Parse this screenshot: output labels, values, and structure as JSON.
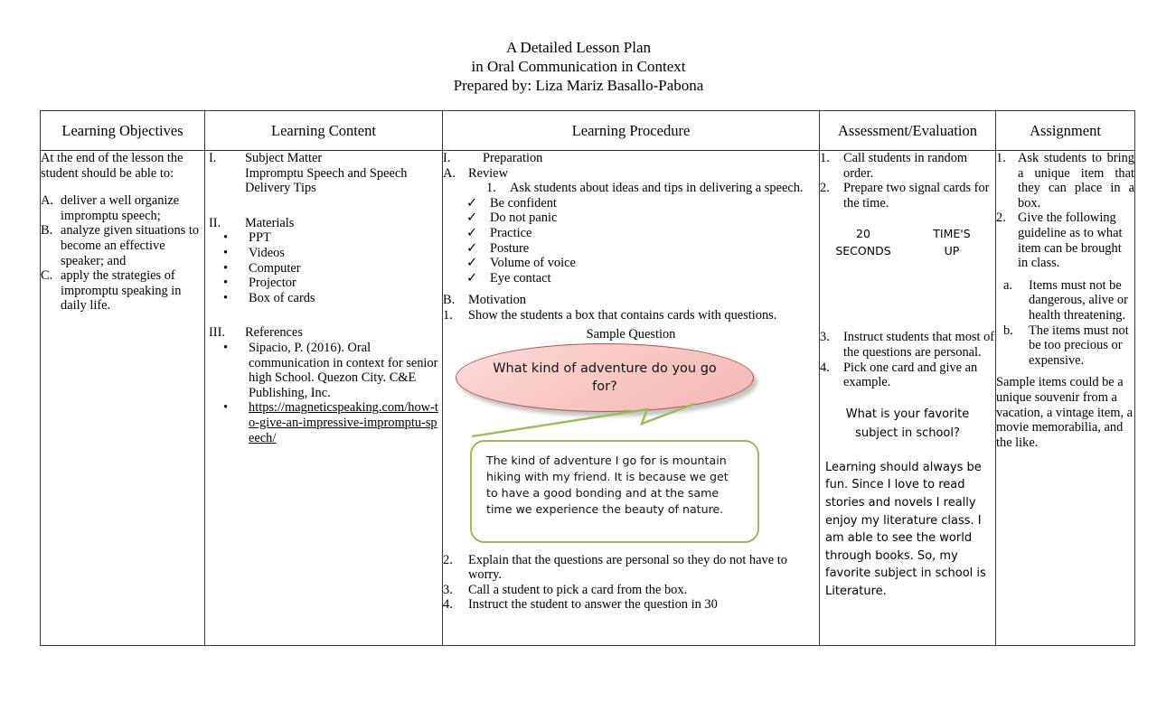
{
  "document": {
    "title_lines": [
      "A Detailed Lesson Plan",
      "in Oral Communication in Context",
      "Prepared by: Liza Mariz Basallo-Pabona"
    ]
  },
  "table": {
    "headers": [
      "Learning Objectives",
      "Learning Content",
      "Learning Procedure",
      "Assessment/Evaluation",
      "Assignment"
    ]
  },
  "objectives": {
    "intro": "At the end of the lesson the student should be able to:",
    "items": [
      {
        "marker": "A.",
        "text": "deliver a well organize impromptu speech;"
      },
      {
        "marker": "B.",
        "text": "analyze given situations to become an effective speaker;  and"
      },
      {
        "marker": "C.",
        "text": "apply the strategies of impromptu speaking in daily life."
      }
    ]
  },
  "content": {
    "section1": {
      "marker": "I.",
      "heading": "Subject Matter",
      "body": "Impromptu Speech and Speech Delivery Tips"
    },
    "section2": {
      "marker": "II.",
      "heading": "Materials",
      "bullets": [
        "PPT",
        "Videos",
        "Computer",
        "Projector",
        "Box of cards"
      ]
    },
    "section3": {
      "marker": "III.",
      "heading": "References",
      "reference": "Sipacio, P. (2016). Oral communication in context for senior high School. Quezon City. C&E Publishing, Inc.",
      "link": "https://magneticspeaking.com/how-to-give-an-impressive-impromptu-speech/"
    }
  },
  "procedure": {
    "preparation": {
      "marker": "I.",
      "label": "Preparation"
    },
    "review": {
      "marker": "A.",
      "label": "Review"
    },
    "review_item": {
      "marker": "1.",
      "text": "Ask students about ideas and tips in delivering a speech."
    },
    "tips": [
      "Be confident",
      "Do not panic",
      "Practice",
      "Posture",
      "Volume of voice",
      "Eye contact"
    ],
    "check_mark": "✓",
    "motivation": {
      "marker": "B.",
      "label": "Motivation"
    },
    "motivation_item": {
      "marker": "1.",
      "text": "Show the students a box that contains cards with questions."
    },
    "sample_question_label": "Sample Question",
    "sample_question": "What kind of adventure do you go for?",
    "sample_answer": "The kind of adventure I go for is mountain hiking with my friend. It is because we get to have a good bonding and at the same time we experience the beauty of nature.",
    "steps": [
      {
        "marker": "2.",
        "text": "Explain that the questions are personal so they do not have to worry."
      },
      {
        "marker": "3.",
        "text": "Call a student to pick a card from the box."
      },
      {
        "marker": "4.",
        "text": "Instruct the student to answer the question in 30"
      }
    ]
  },
  "assessment": {
    "items_top": [
      {
        "marker": "1.",
        "text": "Call students in random order."
      },
      {
        "marker": "2.",
        "text": "Prepare two signal cards for the time."
      }
    ],
    "signal_cards": [
      {
        "line1": "20",
        "line2": "SECONDS"
      },
      {
        "line1": "TIME'S",
        "line2": "UP"
      }
    ],
    "items_bottom": [
      {
        "marker": "3.",
        "text": "Instruct students that most of the questions are personal."
      },
      {
        "marker": "4.",
        "text": "Pick one card and give an example."
      }
    ],
    "sample_question": "What is your favorite subject in school?",
    "sample_answer": "Learning should always be fun. Since I love to read stories and novels I really enjoy my literature class. I am able to see the world through books. So, my favorite subject in school is Literature."
  },
  "assignment": {
    "items": [
      {
        "marker": "1.",
        "text": "Ask students to bring a unique item that they can place in a box."
      },
      {
        "marker": "2.",
        "text": "Give the following guideline as to what item can be brought in class."
      }
    ],
    "guidelines": [
      {
        "marker": "a.",
        "text": "Items must not be dangerous, alive or health threatening."
      },
      {
        "marker": "b.",
        "text": "The items must not be too precious or expensive."
      }
    ],
    "closing": "Sample items could be a unique souvenir from a vacation, a vintage item, a movie memorabilia, and the like."
  },
  "colors": {
    "ellipse_fill": "#f8c9c6",
    "ellipse_border": "#c0504d",
    "callout_border": "#9bbb59",
    "table_border": "#3a3a3a"
  }
}
